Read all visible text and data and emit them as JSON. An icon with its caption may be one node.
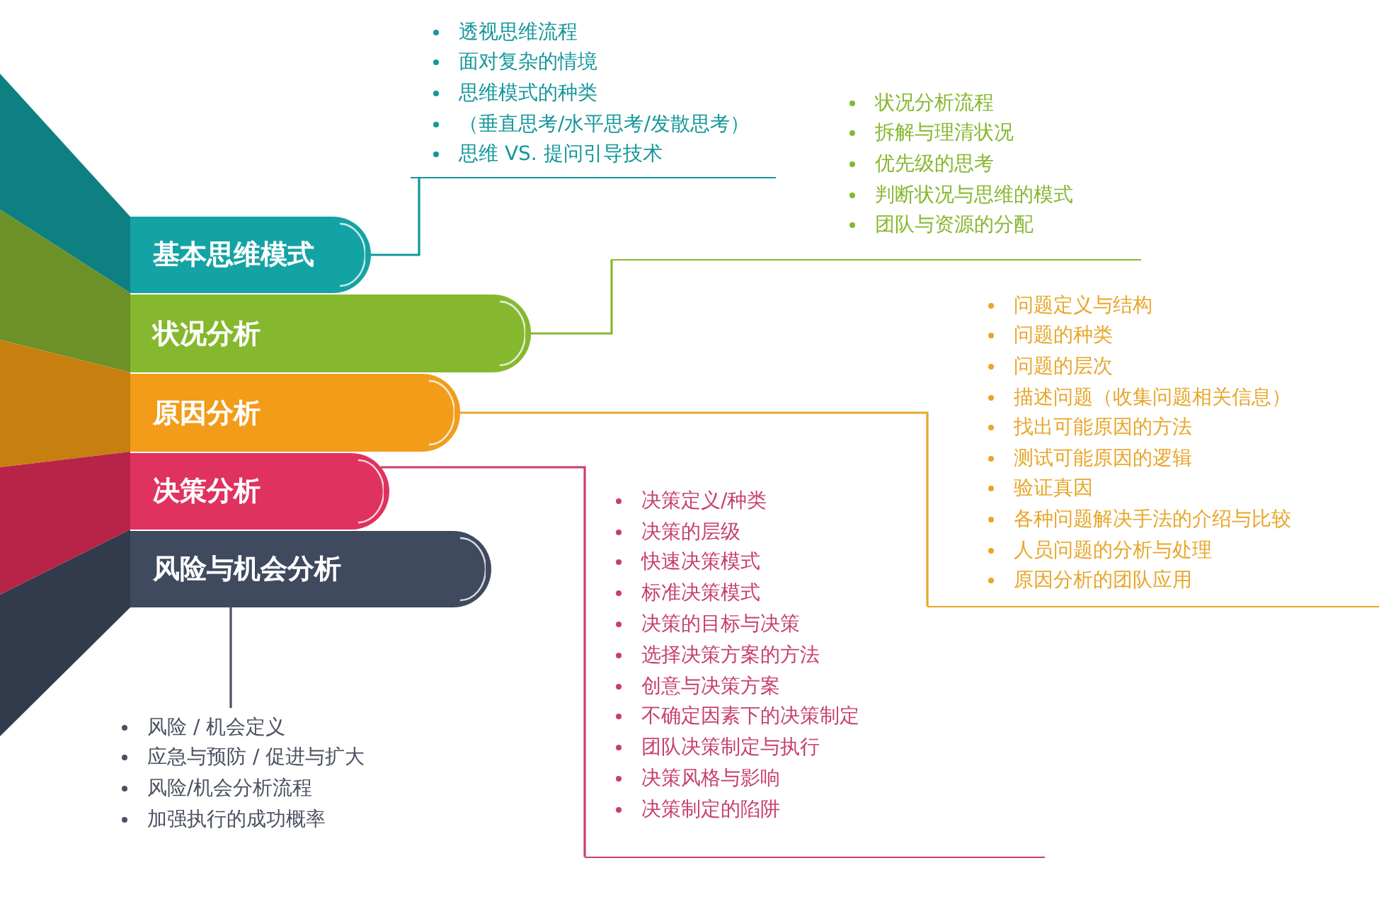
{
  "diagram": {
    "nodes": [
      {
        "text": [
          "基本思维模式"
        ]
      },
      {
        "text": [
          "状况分析"
        ]
      },
      {
        "text": [
          "原因分析"
        ]
      },
      {
        "text": [
          "决策分析"
        ]
      },
      {
        "text": [
          "风险与机会分析"
        ]
      },
      {
        "text": [
          "透视思维流程",
          "面对复杂的情境",
          "思维模式的种类",
          "（垂直思考/水平思考/发散思考）",
          "思维 VS. 提问引导技术"
        ]
      },
      {
        "text": [
          "状况分析流程",
          "拆解与理清状况",
          "优先级的思考",
          "判断状况与思维的模式",
          "团队与资源的分配"
        ]
      },
      {
        "text": [
          "问题定义与结构",
          "问题的种类",
          "问题的层次",
          "描述问题（收集问题相关信息）",
          "找出可能原因的方法",
          "测试可能原因的逻辑",
          "验证真因",
          "各种问题解决手法的介绍与比较",
          "人员问题的分析与处理",
          "原因分析的团队应用"
        ]
      },
      {
        "text": [
          "决策定义/种类",
          "决策的层级",
          "快速决策模式",
          "标准决策模式",
          "决策的目标与决策",
          "选择决策方案的方法",
          "创意与决策方案",
          "不确定因素下的决策制定",
          "团队决策制定与执行",
          "决策风格与影响",
          "决策制定的陷阱"
        ]
      },
      {
        "text": [
          "风险 / 机会定义",
          "应急与预防 / 促进与扩大",
          "风险/机会分析流程",
          "加强执行的成功概率"
        ]
      }
    ],
    "edges": [
      {
        "from": 0,
        "to": 5,
        "arrow": "none",
        "color": "#14979a"
      },
      {
        "from": 1,
        "to": 6,
        "arrow": "none",
        "color": "#86b82f"
      },
      {
        "from": 2,
        "to": 7,
        "arrow": "none",
        "color": "#e8a62a"
      },
      {
        "from": 3,
        "to": 8,
        "arrow": "none",
        "color": "#c8406a"
      },
      {
        "from": 4,
        "to": 9,
        "arrow": "none",
        "color": "#4a5060"
      }
    ]
  }
}
